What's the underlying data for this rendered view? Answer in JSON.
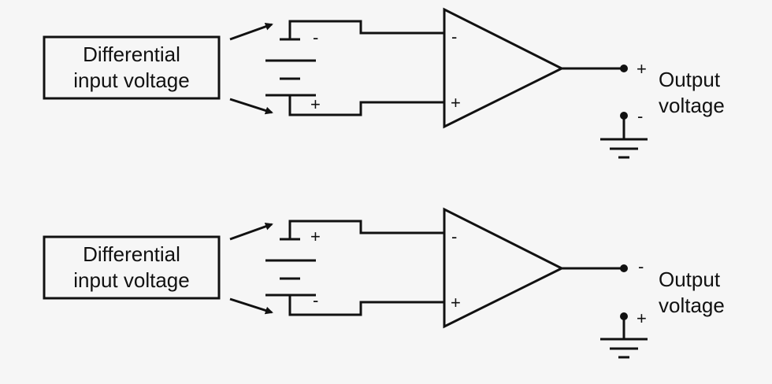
{
  "circuits": [
    {
      "box_line1": "Differential",
      "box_line2": "input voltage",
      "battery_top_sign": "-",
      "battery_bottom_sign": "+",
      "opamp_inverting_sign": "-",
      "opamp_noninverting_sign": "+",
      "output_terminal_sign": "+",
      "ground_terminal_sign": "-",
      "output_line1": "Output",
      "output_line2": "voltage"
    },
    {
      "box_line1": "Differential",
      "box_line2": "input voltage",
      "battery_top_sign": "+",
      "battery_bottom_sign": "-",
      "opamp_inverting_sign": "-",
      "opamp_noninverting_sign": "+",
      "output_terminal_sign": "-",
      "ground_terminal_sign": "+",
      "output_line1": "Output",
      "output_line2": "voltage"
    }
  ]
}
